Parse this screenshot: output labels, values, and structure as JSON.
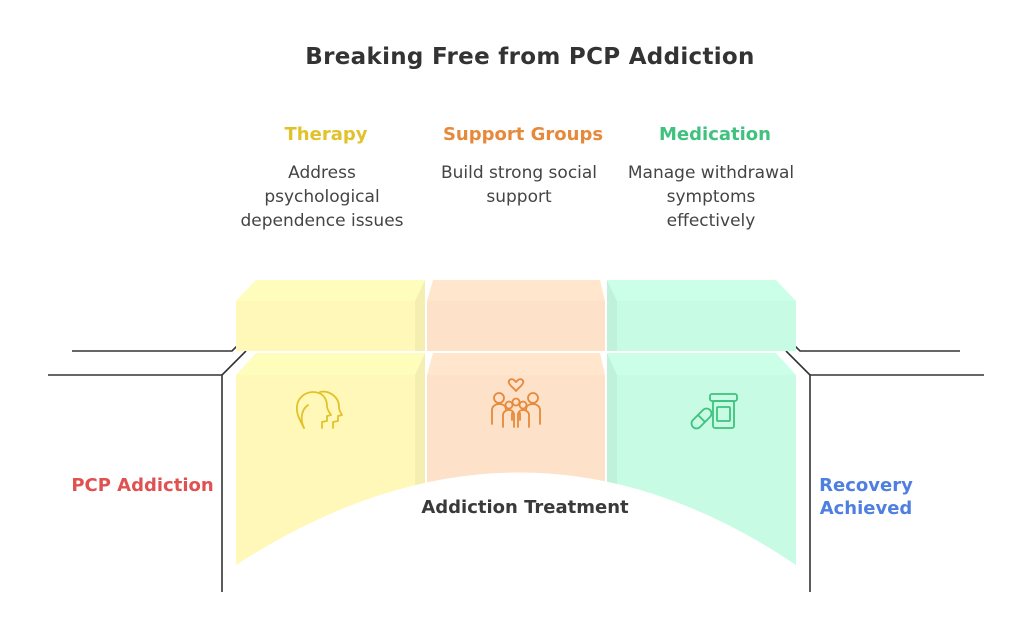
{
  "title": "Breaking Free from PCP Addiction",
  "pillars": [
    {
      "title": "Therapy",
      "description": "Address psychological dependence issues",
      "icon": "head-profile-icon",
      "color": "#e2c22a",
      "fill": "#fff8b8"
    },
    {
      "title": "Support Groups",
      "description": "Build strong social support",
      "icon": "family-group-icon",
      "color": "#e6893a",
      "fill": "#fde1c8"
    },
    {
      "title": "Medication",
      "description": "Manage withdrawal symptoms effectively",
      "icon": "pill-bottle-icon",
      "color": "#3ec27e",
      "fill": "#c8fbe3"
    }
  ],
  "left_label": "PCP Addiction",
  "left_color": "#e05252",
  "right_label": "Recovery Achieved",
  "right_color": "#4f7fe0",
  "center_label": "Addiction Treatment",
  "line_color": "#333333"
}
